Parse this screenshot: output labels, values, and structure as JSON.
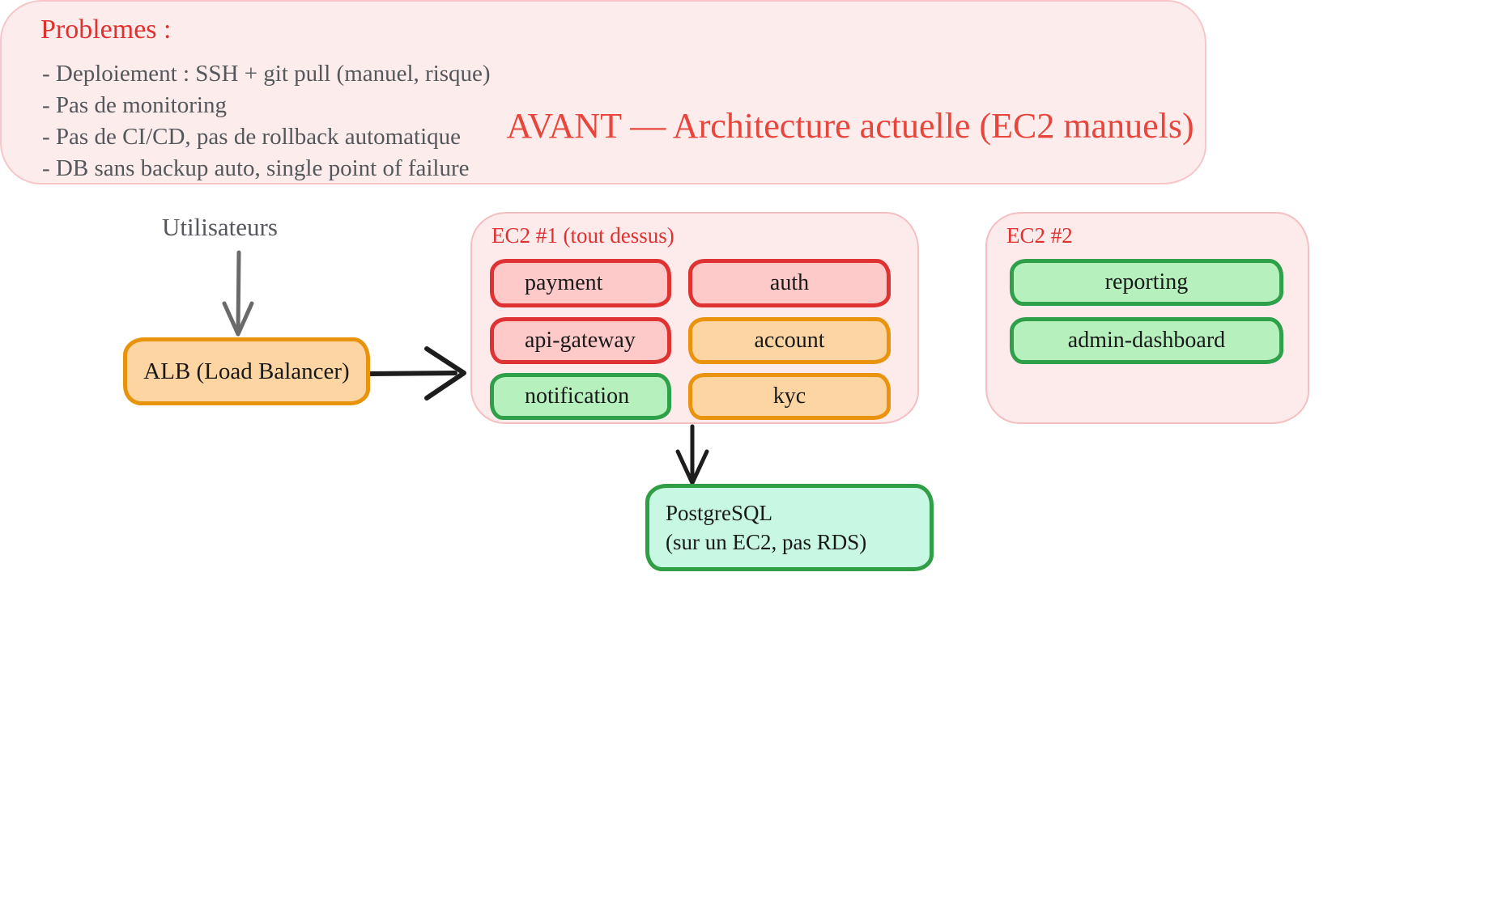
{
  "title": "AVANT — Architecture actuelle (EC2 manuels)",
  "users_label": "Utilisateurs",
  "alb": {
    "label": "ALB (Load Balancer)"
  },
  "ec2_1": {
    "label": "EC2 #1 (tout dessus)",
    "services": [
      {
        "name": "payment",
        "color": "red"
      },
      {
        "name": "auth",
        "color": "red"
      },
      {
        "name": "api-gateway",
        "color": "red"
      },
      {
        "name": "account",
        "color": "orange"
      },
      {
        "name": "notification",
        "color": "green"
      },
      {
        "name": "kyc",
        "color": "orange"
      }
    ]
  },
  "ec2_2": {
    "label": "EC2 #2",
    "services": [
      {
        "name": "reporting",
        "color": "green"
      },
      {
        "name": "admin-dashboard",
        "color": "green"
      }
    ]
  },
  "database": {
    "line1": "PostgreSQL",
    "line2": "(sur un EC2, pas RDS)"
  },
  "problems": {
    "heading": "Problemes :",
    "items": [
      "- Deploiement : SSH + git pull (manuel, risque)",
      "- Pas de monitoring",
      "- Pas de CI/CD, pas de rollback automatique",
      "- DB sans backup auto, single point of failure"
    ]
  },
  "colors": {
    "title_red": "#e8463c",
    "label_red": "#e03131",
    "red_border": "#df3232",
    "red_fill": "#fdc9c9",
    "orange_border": "#e8930c",
    "orange_fill": "#fcd5a2",
    "green_border": "#2f9e44",
    "green_fill": "#b5f0bd",
    "mint_fill": "#c8f7e4",
    "container_fill": "#fdebeb",
    "container_border": "#f3bfc1",
    "gray_text": "#54575c",
    "black_arrow": "#1d1d1d",
    "gray_arrow": "#6a6a6a"
  }
}
